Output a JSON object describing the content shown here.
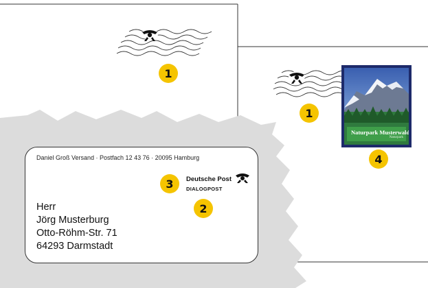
{
  "envelope": {
    "sender_line": "Daniel Groß Versand · Postfach 12 43 76 · 20095 Hamburg",
    "postage_brand": "Deutsche Post",
    "postage_product": "DIALOGPOST",
    "recipient_lines": [
      "Herr",
      "Jörg Musterburg",
      "Otto-Röhm-Str. 71",
      "64293 Darmstadt"
    ]
  },
  "stamp": {
    "title": "Naturpark Musterwald",
    "subtitle": "Naturpark"
  },
  "badges": {
    "postmark_top": "1",
    "postmark_right": "1",
    "dialogpost_label": "2",
    "postage_imprint": "3",
    "stamp": "4"
  },
  "colors": {
    "badge": "#f5c400",
    "stamp_frame": "#1d2a6a",
    "stamp_banner": "#3f9e4a",
    "torn_paper": "#dcdcdc"
  },
  "icons": [
    "post-horn-icon",
    "wavy-cancellation-lines",
    "stamp-mountain-landscape"
  ]
}
